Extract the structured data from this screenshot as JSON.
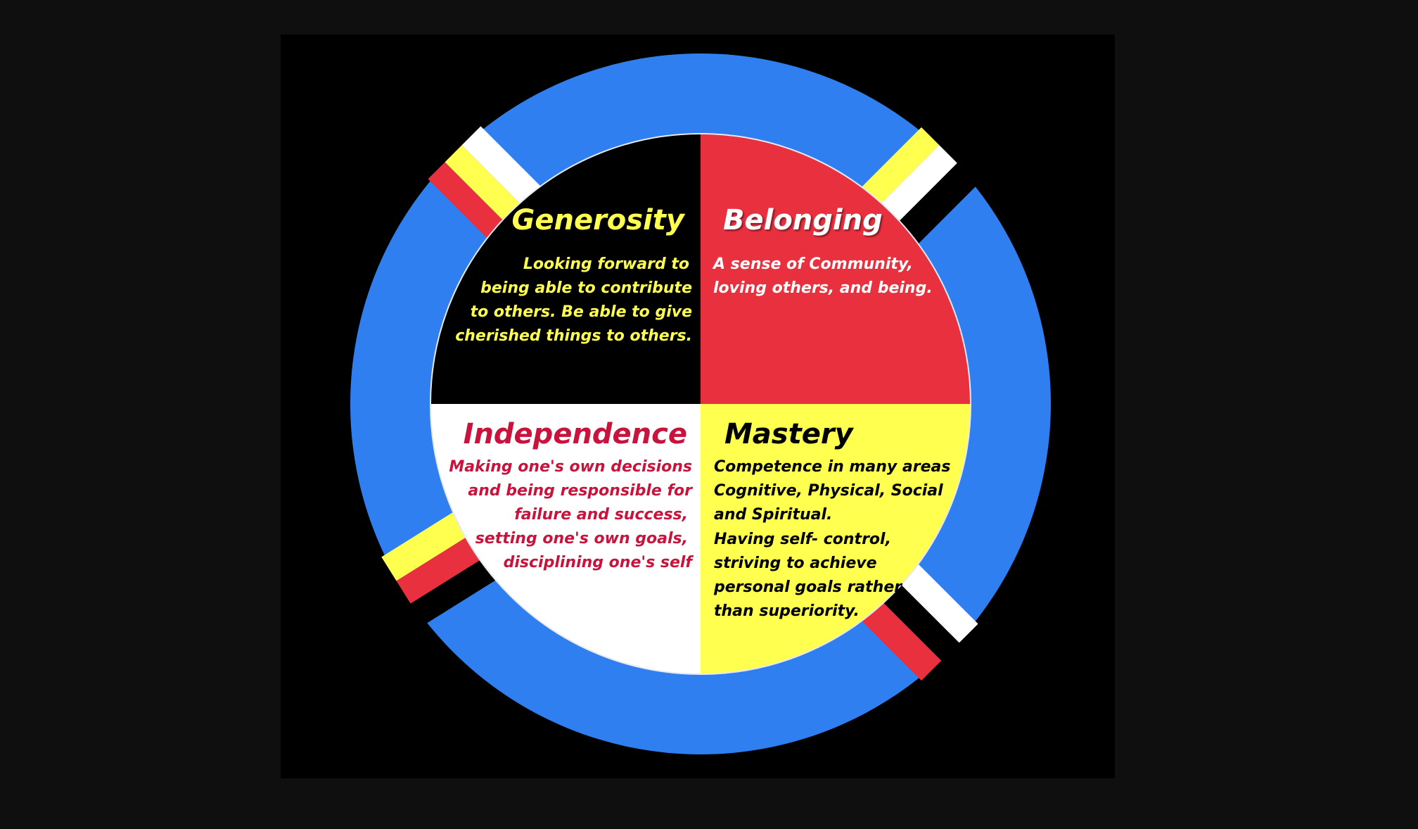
{
  "colors": {
    "background": "#0f0f0f",
    "panel": "#000000",
    "ring": "#2f7ff0",
    "black": "#000000",
    "red": "#e8303f",
    "yellow": "#ffff4f",
    "white": "#ffffff",
    "generosity_text": "#ffff4f",
    "belonging_text": "#ffffff",
    "independence_text": "#c8143c",
    "mastery_text": "#000000"
  },
  "quadrants": {
    "generosity": {
      "title": "Generosity",
      "lines": [
        "Looking forward to",
        "being able to contribute",
        "to others. Be able to give",
        "cherished things to others."
      ]
    },
    "belonging": {
      "title": "Belonging",
      "lines": [
        "A sense of Community,",
        "loving others, and being."
      ]
    },
    "independence": {
      "title": "Independence",
      "lines": [
        "Making one's own decisions",
        "and being responsible for",
        "failure and success,",
        "setting one's own goals,",
        "disciplining one's self"
      ]
    },
    "mastery": {
      "title": "Mastery",
      "lines": [
        "Competence in many areas",
        "Cognitive, Physical, Social",
        "and Spiritual.",
        "Having self- control,",
        "striving to achieve",
        "personal goals rather",
        "than superiority."
      ]
    }
  }
}
